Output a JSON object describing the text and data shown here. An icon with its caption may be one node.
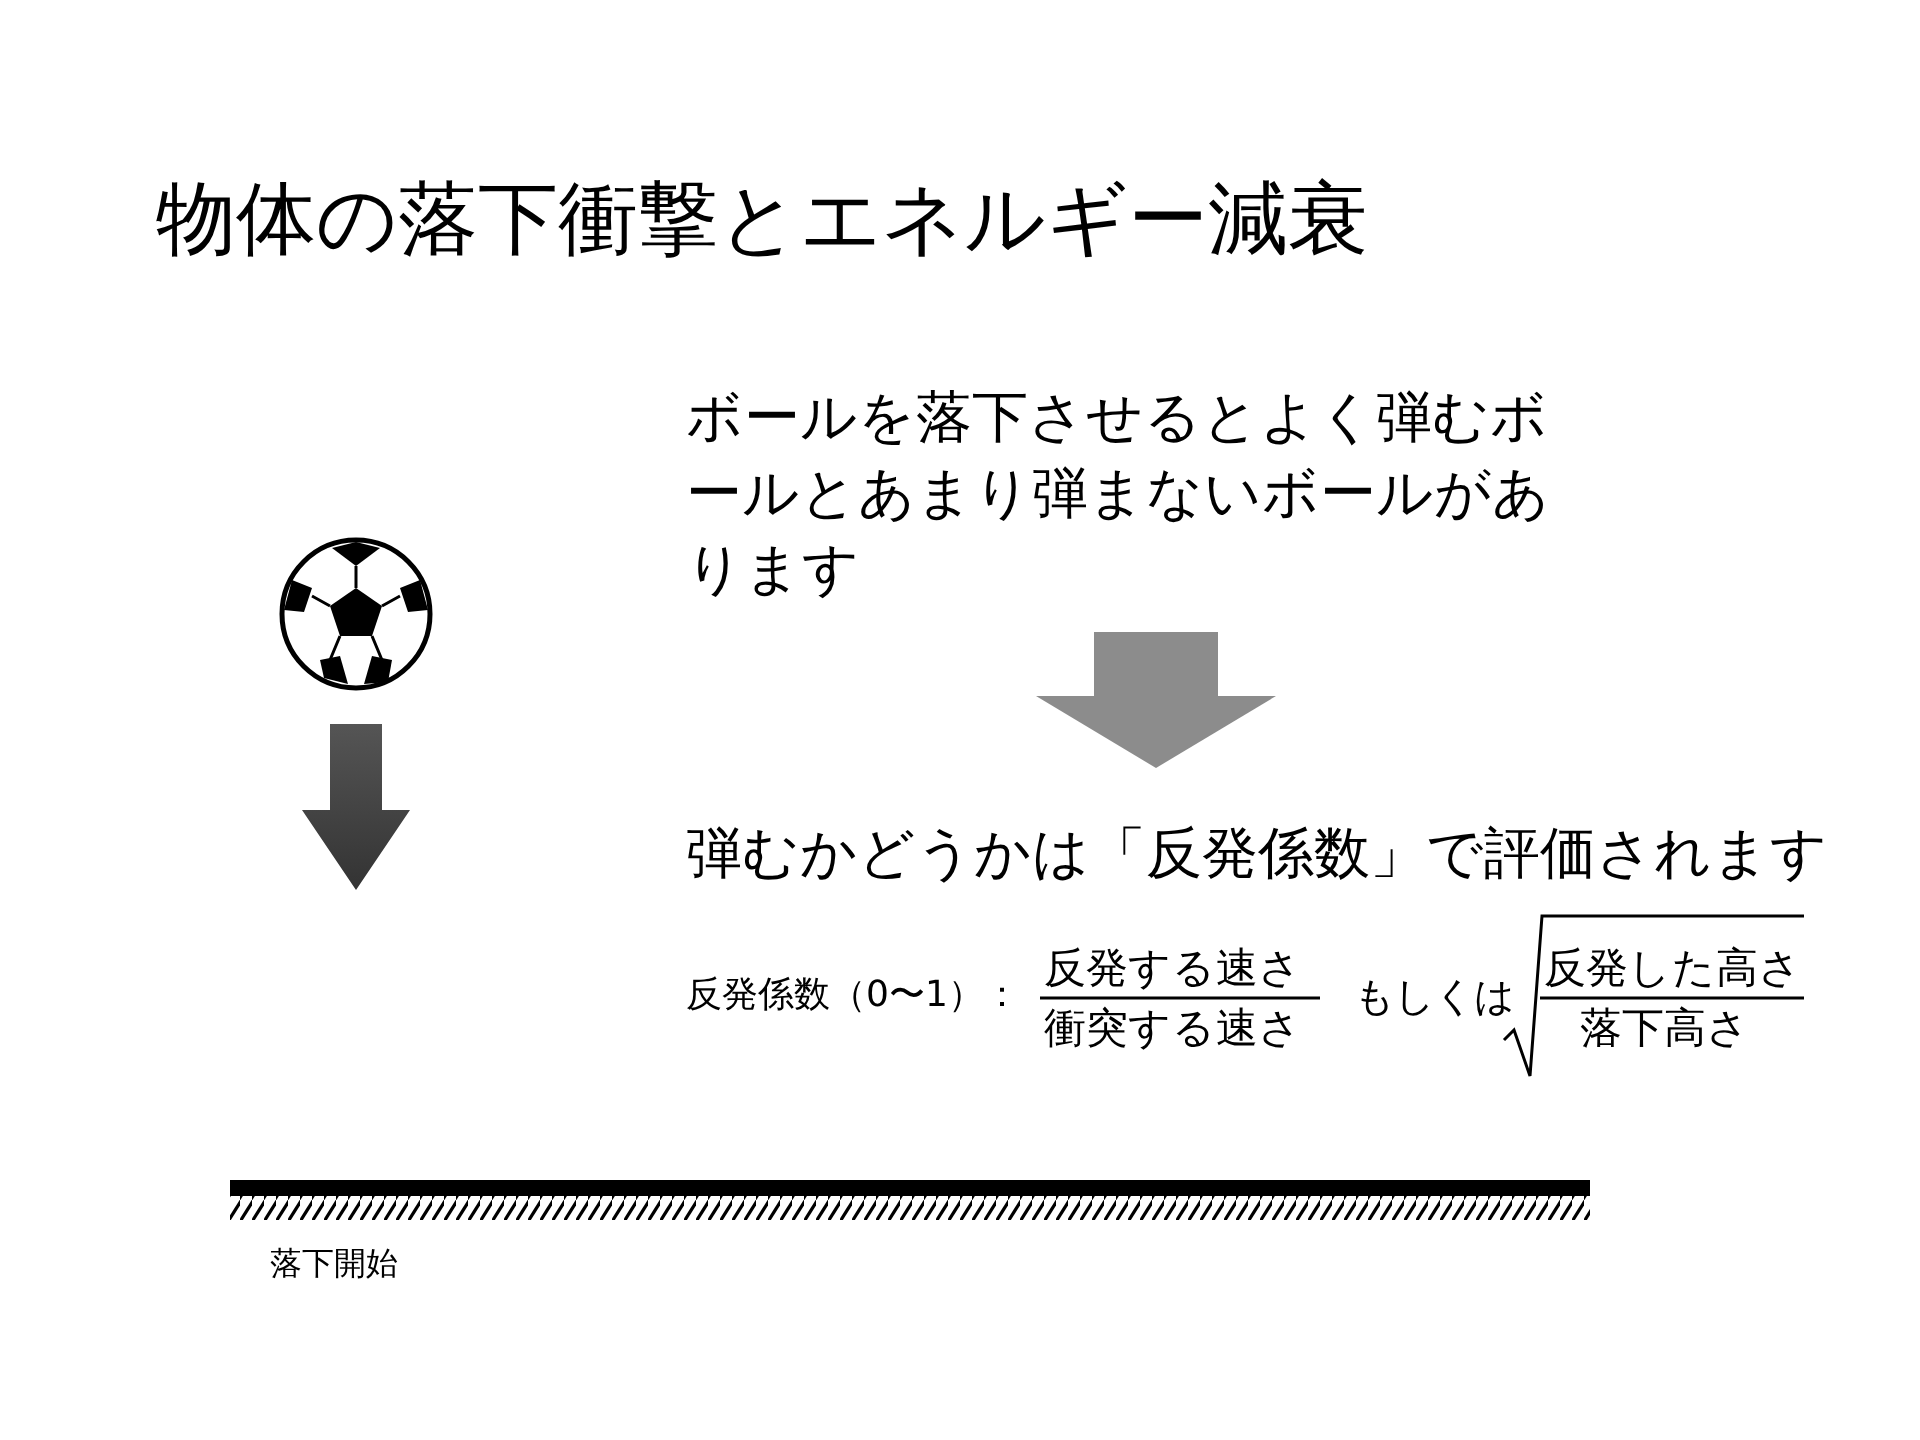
{
  "diagram": {
    "title": "物体の落下衝撃とエネルギー減衰",
    "nodes": [
      {
        "text": [
          "ボールを落下させるとよく弾むボールとあまり弾まないボールがあります"
        ]
      },
      {
        "text": [
          "弾むかどうかは「反発係数」で評価されます"
        ]
      }
    ],
    "edges": [
      {
        "from": 0,
        "to": 1,
        "arrow": "to"
      }
    ],
    "labels": [
      "反発係数（0〜1）：",
      "反発する速さ",
      "衝突する速さ",
      "もしくは",
      "反発した高さ",
      "落下高さ",
      "落下開始"
    ]
  }
}
